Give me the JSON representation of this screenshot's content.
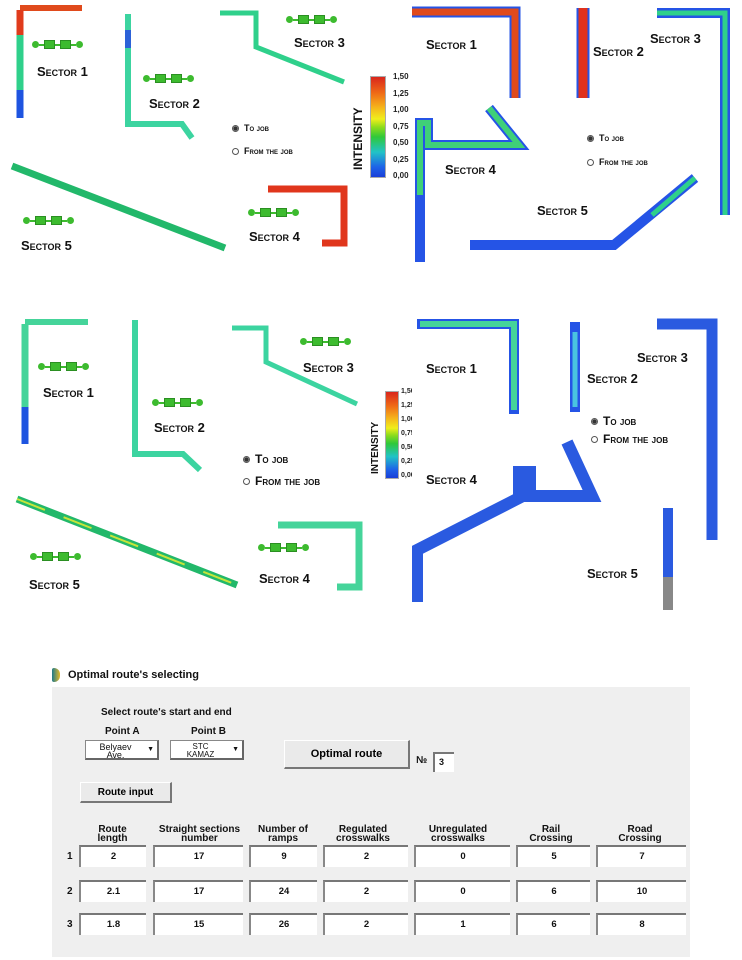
{
  "maps": [
    {
      "id": "map-top-left",
      "sectors": [
        "Sector 1",
        "Sector 2",
        "Sector 3",
        "Sector 4",
        "Sector 5"
      ],
      "radio": {
        "options": [
          "To job",
          "From the job"
        ],
        "selected": "To job"
      }
    },
    {
      "id": "map-top-right",
      "sectors": [
        "Sector 1",
        "Sector 2",
        "Sector 3",
        "Sector 4",
        "Sector 5"
      ],
      "radio": {
        "options": [
          "To job",
          "From the job"
        ],
        "selected": "To job"
      }
    },
    {
      "id": "map-bottom-left",
      "sectors": [
        "Sector 1",
        "Sector 2",
        "Sector 3",
        "Sector 4",
        "Sector 5"
      ],
      "radio": {
        "options": [
          "To job",
          "From the job"
        ],
        "selected": "To job"
      }
    },
    {
      "id": "map-bottom-right",
      "sectors": [
        "Sector 1",
        "Sector 2",
        "Sector 3",
        "Sector 4",
        "Sector 5"
      ],
      "radio": {
        "options": [
          "To job",
          "From the job"
        ],
        "selected": "To job"
      }
    }
  ],
  "legend": {
    "title": "INTENSITY",
    "ticks": [
      "1,50",
      "1,25",
      "1,00",
      "0,75",
      "0,50",
      "0,25",
      "0,00"
    ],
    "colors": {
      "low": "#1a3fd8",
      "mid": "#2fc83a",
      "high": "#d9261c"
    }
  },
  "dialog": {
    "title": "Optimal route's selecting",
    "select_label": "Select route's start and end",
    "point_a": {
      "label": "Point A",
      "value": "Belyaev Ave."
    },
    "point_b": {
      "label": "Point B",
      "value": "STC KAMAZ"
    },
    "optimal_button": "Optimal route",
    "number_label": "№",
    "number_value": "3",
    "route_input_button": "Route input",
    "table": {
      "headers": [
        "Route length",
        "Straight sections number",
        "Number of ramps",
        "Regulated crosswalks",
        "Unregulated crosswalks",
        "Rail Crossing",
        "Road Crossing"
      ],
      "rows": [
        {
          "n": "1",
          "values": [
            "2",
            "17",
            "9",
            "2",
            "0",
            "5",
            "7"
          ]
        },
        {
          "n": "2",
          "values": [
            "2.1",
            "17",
            "24",
            "2",
            "0",
            "6",
            "10"
          ]
        },
        {
          "n": "3",
          "values": [
            "1.8",
            "15",
            "26",
            "2",
            "1",
            "6",
            "8"
          ]
        }
      ]
    }
  }
}
